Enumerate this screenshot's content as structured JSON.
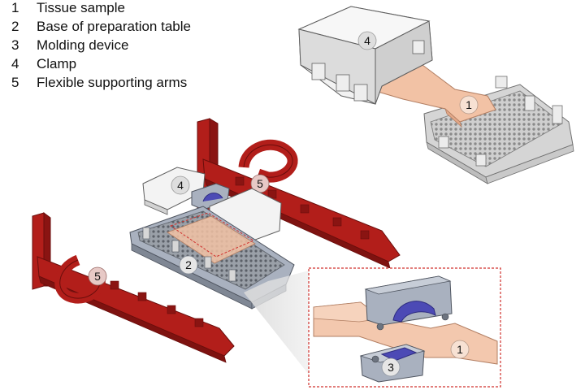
{
  "legend": {
    "items": [
      {
        "number": "1",
        "label": "Tissue sample"
      },
      {
        "number": "2",
        "label": "Base of preparation table"
      },
      {
        "number": "3",
        "label": "Molding device"
      },
      {
        "number": "4",
        "label": "Clamp"
      },
      {
        "number": "5",
        "label": "Flexible supporting arms"
      }
    ]
  },
  "callouts": {
    "top_clamp": "4",
    "top_sample": "1",
    "exploded_clamp": "4",
    "arm_upper": "5",
    "base": "2",
    "arm_lower": "5",
    "inset_sample": "1",
    "inset_molding": "3"
  },
  "colors": {
    "arm_red": "#b21e1a",
    "arm_red_dark": "#7e1210",
    "tissue_peach": "#f2c2a5",
    "clamp_grey": "#e7e7e7",
    "base_blue_grey": "#a9b1bf",
    "molding_purple": "#4c4ab5",
    "inset_border": "#d0312d"
  }
}
